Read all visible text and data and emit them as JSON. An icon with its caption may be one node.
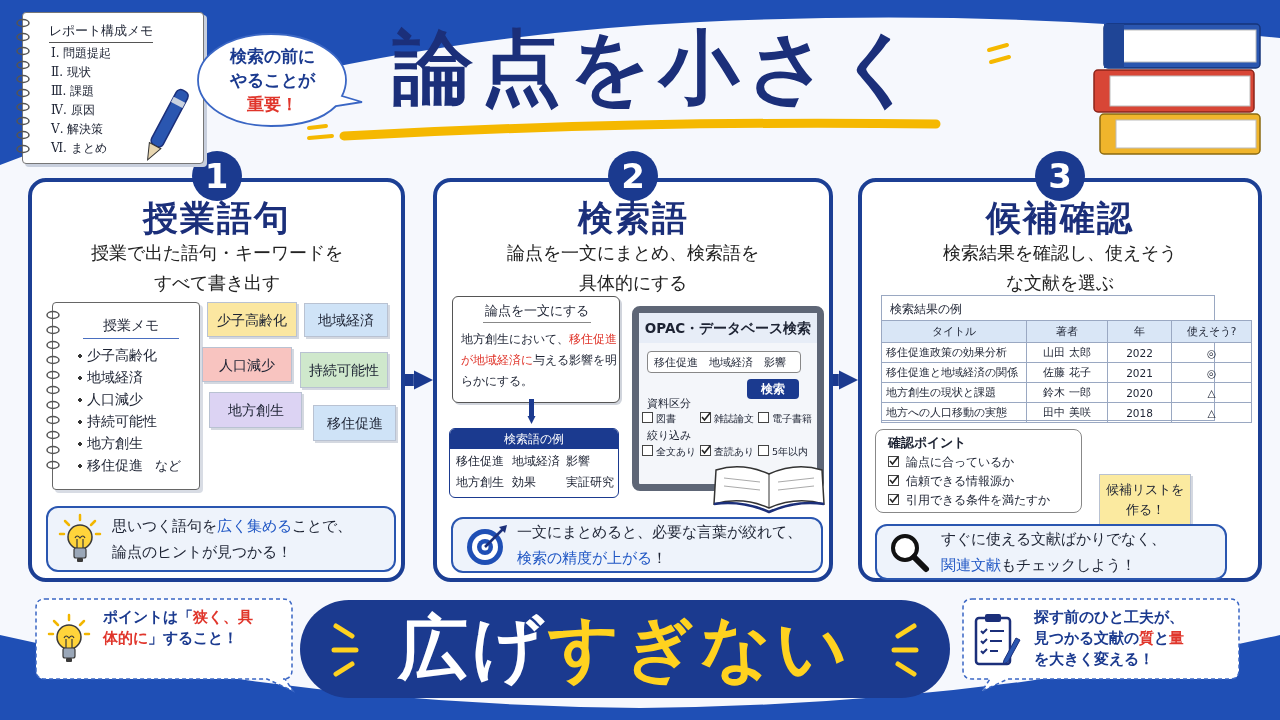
{
  "diagram": {
    "title": "論点を小さく",
    "nodes": [
      {
        "text": [
          "1",
          "授業語句",
          "授業で出た語句・キーワードをすべて書き出す"
        ]
      },
      {
        "text": [
          "授業メモ",
          "少子高齢化",
          "地域経済",
          "人口減少",
          "持続可能性",
          "地方創生",
          "移住促進",
          "など"
        ],
        "in": 0
      },
      {
        "text": [
          "少子高齢化"
        ],
        "in": 0
      },
      {
        "text": [
          "地域経済"
        ],
        "in": 0
      },
      {
        "text": [
          "人口減少"
        ],
        "in": 0
      },
      {
        "text": [
          "持続可能性"
        ],
        "in": 0
      },
      {
        "text": [
          "地方創生"
        ],
        "in": 0
      },
      {
        "text": [
          "移住促進"
        ],
        "in": 0
      },
      {
        "text": [
          "思いつく語句を**広く集める**ことで、論点のヒントが見つかる！"
        ],
        "in": 0
      },
      {
        "text": [
          "2",
          "検索語",
          "論点を一文にまとめ、検索語を具体的にする"
        ]
      },
      {
        "text": [
          "論点を一文にする",
          "地方創生において、**移住促進が地域経済に**与える影響を明らかにする。"
        ],
        "in": 9
      },
      {
        "text": [
          "検索語の例",
          "移住促進",
          "地域経済",
          "影響",
          "地方創生",
          "効果",
          "実証研究"
        ],
        "in": 9
      },
      {
        "text": [
          "OPAC・データベース検索",
          "移住促進　地域経済　影響",
          "検索",
          "資料区分",
          "図書",
          "雑誌論文",
          "電子書籍",
          "絞り込み",
          "全文あり",
          "査読あり",
          "5年以内"
        ],
        "in": 9
      },
      {
        "text": [
          "一文にまとめると、必要な言葉が絞れて、**検索の精度が上がる**！"
        ],
        "in": 9
      },
      {
        "text": [
          "3",
          "候補確認",
          "検索結果を確認し、使えそうな文献を選ぶ"
        ]
      },
      {
        "text": [
          "検索結果の例",
          "タイトル",
          "著者",
          "年",
          "使えそう?",
          "移住促進政策の効果分析",
          "山田 太郎",
          "2022",
          "◎",
          "移住促進と地域経済の関係",
          "佐藤 花子",
          "2021",
          "◎",
          "地方創生の現状と課題",
          "鈴木 一郎",
          "2020",
          "△",
          "地方への人口移動の実態",
          "田中 美咲",
          "2018",
          "△"
        ],
        "in": 14
      },
      {
        "text": [
          "確認ポイント",
          "論点に合っているか",
          "信頼できる情報源か",
          "引用できる条件を満たすか"
        ],
        "in": 14
      },
      {
        "text": [
          "候補リストを作る！"
        ],
        "in": 14
      },
      {
        "text": [
          "すぐに使える文献ばかりでなく、**関連文献**もチェックしよう！"
        ],
        "in": 14
      },
      {
        "text": [
          "レポート構成メモ",
          "Ⅰ. 問題提起",
          "Ⅱ. 現状",
          "Ⅲ. 課題",
          "Ⅳ. 原因",
          "Ⅴ. 解決策",
          "Ⅵ. まとめ"
        ]
      },
      {
        "text": [
          "検索の前にやることが**重要！**"
        ]
      },
      {
        "text": [
          "ポイントは「**狭く、具体的に**」すること！"
        ]
      },
      {
        "text": [
          "広げ**すぎない**"
        ]
      },
      {
        "text": [
          "探す前のひと工夫が、見つかる文献の**質**と**量**を大きく変える！"
        ]
      }
    ],
    "edges": [
      {
        "from": 0,
        "to": 9,
        "arrow": "to"
      },
      {
        "from": 9,
        "to": 14,
        "arrow": "to"
      },
      {
        "from": 10,
        "to": 11,
        "arrow": "to"
      }
    ]
  }
}
